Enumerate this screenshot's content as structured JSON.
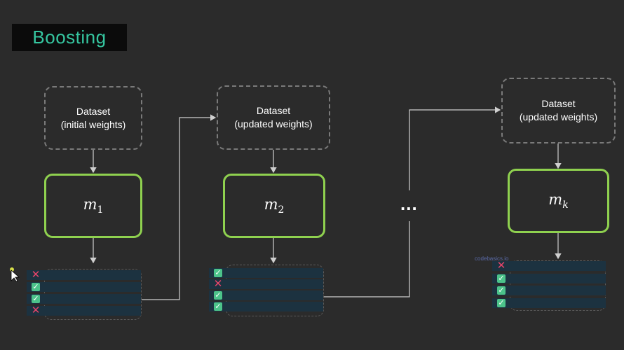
{
  "title": "Boosting",
  "dataset_initial": {
    "line1": "Dataset",
    "line2": "(initial weights)"
  },
  "dataset_updated_1": {
    "line1": "Dataset",
    "line2": "(updated weights)"
  },
  "dataset_updated_k": {
    "line1": "Dataset",
    "line2": "(updated weights)"
  },
  "models": [
    {
      "base": "m",
      "sub": "1"
    },
    {
      "base": "m",
      "sub": "2"
    },
    {
      "base": "m",
      "sub": "k"
    }
  ],
  "ellipsis": "...",
  "watermark": "codebasics.io",
  "predictions": {
    "model_1": [
      "cross",
      "check",
      "check",
      "cross"
    ],
    "model_2": [
      "check",
      "cross",
      "check",
      "check"
    ],
    "model_k": [
      "cross",
      "check",
      "check",
      "check"
    ]
  },
  "colors": {
    "background": "#2b2b2b",
    "title": "#35c6a0",
    "model_border": "#8fd14f",
    "dataset_border": "#7a7a7a",
    "check": "#4cc38a",
    "cross": "#e8456a"
  }
}
